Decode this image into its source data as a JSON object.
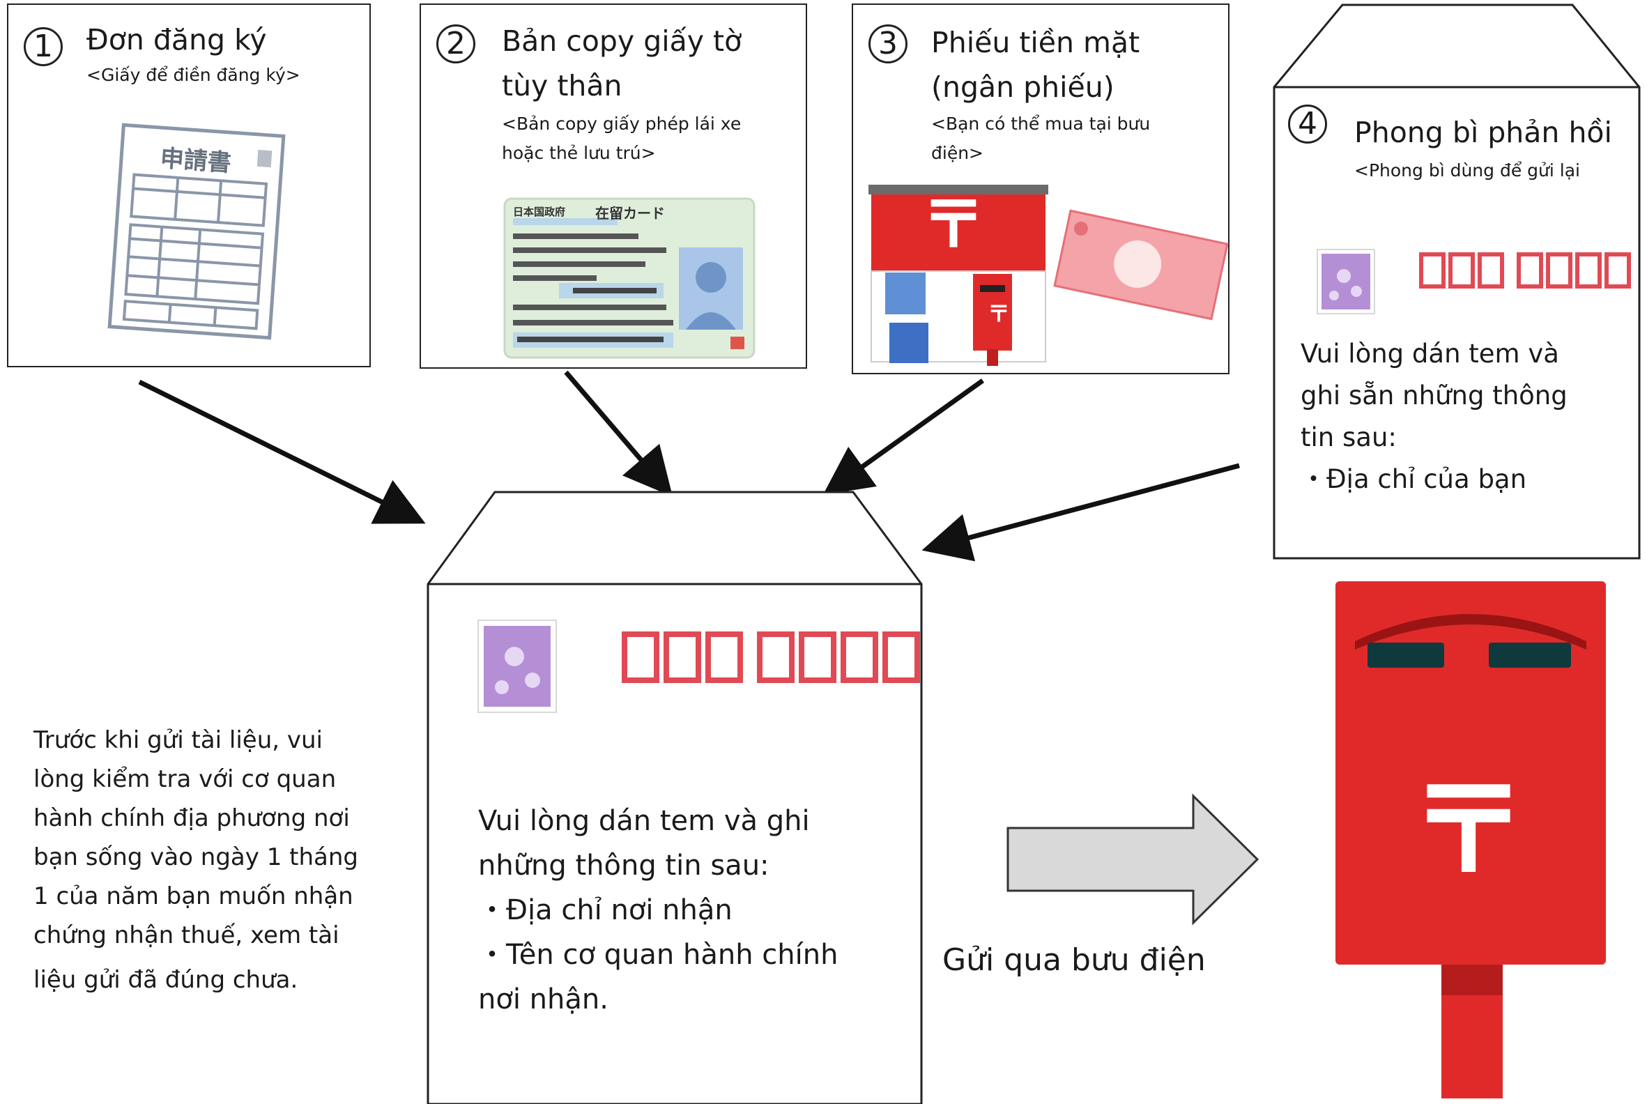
{
  "items": [
    {
      "number": "1",
      "title": "Đơn đăng ký",
      "subtitle": "<Giấy để điền đăng ký>"
    },
    {
      "number": "2",
      "title_line1": "Bản copy giấy tờ",
      "title_line2": "tùy thân",
      "subtitle_line1": "<Bản copy giấy phép lái xe",
      "subtitle_line2": "hoặc thẻ lưu trú>"
    },
    {
      "number": "3",
      "title_line1": "Phiếu tiền mặt",
      "title_line2": "(ngân phiếu)",
      "subtitle_line1": "<Bạn có thể mua tại bưu",
      "subtitle_line2": "điện>"
    },
    {
      "number": "4",
      "title": "Phong bì phản hồi",
      "subtitle": "<Phong bì dùng để gửi lại",
      "body_lines": [
        "Vui lòng dán tem và",
        "ghi sẵn những thông",
        "tin sau:",
        "・Địa chỉ của bạn"
      ]
    }
  ],
  "application_form": {
    "heading": "申請書"
  },
  "residence_card": {
    "issuer": "日本国政府",
    "heading": "在留カード"
  },
  "main_envelope": {
    "lines": [
      "Vui lòng dán tem và ghi",
      "những thông tin sau:",
      "・Địa chỉ nơi nhận",
      "・Tên cơ quan hành chính",
      "nơi nhận."
    ]
  },
  "note": {
    "lines": [
      "Trước khi gửi tài liệu, vui",
      "lòng kiểm tra với cơ quan",
      "hành chính địa phương nơi",
      "bạn sống vào ngày 1 tháng",
      "1 của năm bạn muốn nhận",
      "chứng nhận thuế, xem tài",
      "liệu gửi đã đúng chưa."
    ]
  },
  "send_label": "Gửi qua bưu điện",
  "postal_symbol": "〒",
  "colors": {
    "postal_red": "#e02a2a",
    "stamp_purple": "#b48fd6",
    "postcode_red": "#e04a55",
    "arrow_gray": "#d9d9d9"
  }
}
